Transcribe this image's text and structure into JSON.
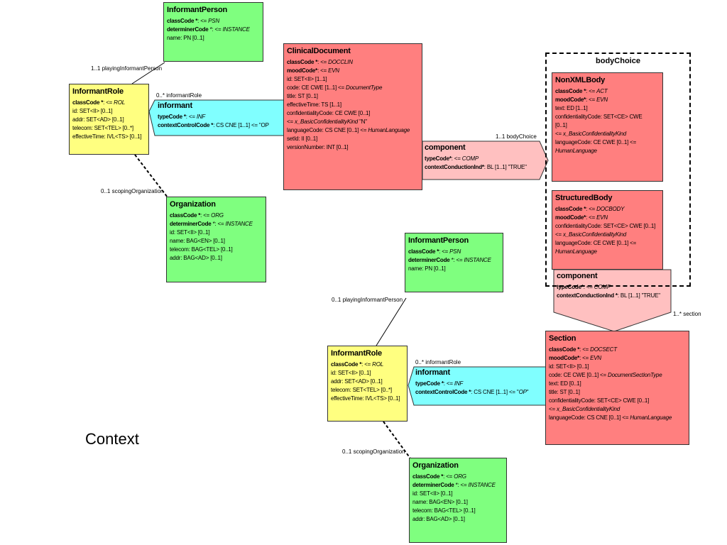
{
  "diagram": {
    "context_label": "Context",
    "body_choice_title": "bodyChoice",
    "top": {
      "informant_person": {
        "title": "InformantPerson",
        "attrs": [
          {
            "name": "classCode *",
            "value": ": <= ",
            "ital": "PSN"
          },
          {
            "name": "determinerCode",
            "value": "  *: <= ",
            "ital": "INSTANCE"
          },
          {
            "name": "",
            "value": "name: PN [0..1]",
            "ital": ""
          }
        ]
      },
      "informant_role": {
        "title": "InformantRole",
        "attrs": [
          {
            "name": "classCode *",
            "value": ": <= ",
            "ital": "ROL"
          },
          {
            "name": "",
            "value": "id: SET<II> [0..1]",
            "ital": ""
          },
          {
            "name": "",
            "value": "addr: SET<AD> [0..1]",
            "ital": ""
          },
          {
            "name": "",
            "value": "telecom: SET<TEL> [0..*]",
            "ital": ""
          },
          {
            "name": "",
            "value": "effectiveTime: IVL<TS> [0..1]",
            "ital": ""
          }
        ]
      },
      "informant": {
        "title": "informant",
        "attrs": [
          {
            "name": "typeCode *",
            "value": ": <= ",
            "ital": "INF"
          },
          {
            "name": "contextControlCode *",
            "value": ": CS CNE [1..1] <= \"OP",
            "ital": ""
          }
        ]
      },
      "organization": {
        "title": "Organization",
        "attrs": [
          {
            "name": "classCode *",
            "value": ": <= ",
            "ital": "ORG"
          },
          {
            "name": "determinerCode",
            "value": "  *: <= ",
            "ital": "INSTANCE"
          },
          {
            "name": "",
            "value": "id: SET<II> [0..1]",
            "ital": ""
          },
          {
            "name": "",
            "value": "name: BAG<EN> [0..1]",
            "ital": ""
          },
          {
            "name": "",
            "value": "telecom: BAG<TEL> [0..1]",
            "ital": ""
          },
          {
            "name": "",
            "value": "addr: BAG<AD> [0..1]",
            "ital": ""
          }
        ]
      },
      "clinical_document": {
        "title": "ClinicalDocument",
        "attrs": [
          {
            "name": "classCode *",
            "value": ": <= ",
            "ital": "DOCCLIN"
          },
          {
            "name": "moodCode*",
            "value": ": <= ",
            "ital": "EVN"
          },
          {
            "name": "",
            "value": "id: SET<II> [1..1]",
            "ital": ""
          },
          {
            "name": "",
            "value": "code: CE CWE [1..1] <= ",
            "ital": "DocumentType"
          },
          {
            "name": "",
            "value": "title: ST [0..1]",
            "ital": ""
          },
          {
            "name": "",
            "value": "effectiveTime: TS [1..1]",
            "ital": ""
          },
          {
            "name": "",
            "value": "confidentialityCode: CE CWE [0..1]",
            "ital": ""
          },
          {
            "name": "",
            "value": "  <= ",
            "ital": "x_BasicConfidentialityKind",
            "after": "  \"N\""
          },
          {
            "name": "",
            "value": "languageCode: CS CNE [0..1] <= ",
            "ital": "HumanLanguage"
          },
          {
            "name": "",
            "value": "setId: II [0..1]",
            "ital": ""
          },
          {
            "name": "",
            "value": "versionNumber: INT [0..1]",
            "ital": ""
          }
        ]
      },
      "component": {
        "title": "component",
        "attrs": [
          {
            "name": "typeCode*",
            "value": ": <= ",
            "ital": "COMP"
          },
          {
            "name": "contextConductionInd*",
            "value": ": BL [1..1] \"TRUE\"",
            "ital": ""
          }
        ]
      }
    },
    "non_xml_body": {
      "title": "NonXMLBody",
      "attrs": [
        {
          "name": "classCode *",
          "value": ": <= ",
          "ital": "ACT"
        },
        {
          "name": "moodCode*",
          "value": ": <= ",
          "ital": "EVN"
        },
        {
          "name": "",
          "value": "text: ED [1..1]",
          "ital": ""
        },
        {
          "name": "",
          "value": "confidentialityCode: SET<CE> CWE",
          "ital": ""
        },
        {
          "name": "",
          "value": "[0..1]",
          "ital": ""
        },
        {
          "name": "",
          "value": "  <= ",
          "ital": "x_BasicConfidentialityKind"
        },
        {
          "name": "",
          "value": "languageCode: CE CWE [0..1] <=",
          "ital": ""
        },
        {
          "name": "",
          "value": "",
          "ital": "HumanLanguage"
        }
      ]
    },
    "structured_body": {
      "title": "StructuredBody",
      "attrs": [
        {
          "name": "classCode *",
          "value": ": <= ",
          "ital": "DOCBODY"
        },
        {
          "name": "moodCode*",
          "value": ": <= ",
          "ital": "EVN"
        },
        {
          "name": "",
          "value": "confidentialityCode: SET<CE> CWE [0..1]",
          "ital": ""
        },
        {
          "name": "",
          "value": "  <= ",
          "ital": "x_BasicConfidentialityKind"
        },
        {
          "name": "",
          "value": "languageCode: CE CWE [0..1] <=",
          "ital": ""
        },
        {
          "name": "",
          "value": "",
          "ital": "HumanLanguage"
        }
      ]
    },
    "component2": {
      "title": "component",
      "attrs": [
        {
          "name": "typeCode*",
          "value": ": <= ",
          "ital": "COMP"
        },
        {
          "name": "contextConductionInd *",
          "value": ": BL [1..1] \"TRUE\"",
          "ital": ""
        }
      ]
    },
    "section": {
      "title": "Section",
      "attrs": [
        {
          "name": "classCode *",
          "value": ": <= ",
          "ital": "DOCSECT"
        },
        {
          "name": "moodCode*",
          "value": ": <= ",
          "ital": "EVN"
        },
        {
          "name": "",
          "value": "id: SET<II> [0..1]",
          "ital": ""
        },
        {
          "name": "",
          "value": "code: CE CWE [0..1] <= ",
          "ital": "DocumentSectionType"
        },
        {
          "name": "",
          "value": "text: ED [0..1]",
          "ital": ""
        },
        {
          "name": "",
          "value": "title: ST [0..1]",
          "ital": ""
        },
        {
          "name": "",
          "value": "confidentialityCode: SET<CE> CWE [0..1]",
          "ital": ""
        },
        {
          "name": "",
          "value": "  <= ",
          "ital": "x_BasicConfidentialityKind"
        },
        {
          "name": "",
          "value": "languageCode: CS CNE [0..1] <= ",
          "ital": "HumanLanguage"
        }
      ]
    },
    "bottom": {
      "informant_person": {
        "title": "InformantPerson",
        "attrs": [
          {
            "name": "classCode *",
            "value": ": <= ",
            "ital": "PSN"
          },
          {
            "name": "determinerCode",
            "value": "  *: <= ",
            "ital": "INSTANCE"
          },
          {
            "name": "",
            "value": "name: PN [0..1]",
            "ital": ""
          }
        ]
      },
      "informant_role": {
        "title": "InformantRole",
        "attrs": [
          {
            "name": "classCode *",
            "value": ": <= ",
            "ital": "ROL"
          },
          {
            "name": "",
            "value": "id: SET<II> [0..1]",
            "ital": ""
          },
          {
            "name": "",
            "value": "addr: SET<AD> [0..1]",
            "ital": ""
          },
          {
            "name": "",
            "value": "telecom: SET<TEL> [0..*]",
            "ital": ""
          },
          {
            "name": "",
            "value": "effectiveTime: IVL<TS> [0..1]",
            "ital": ""
          }
        ]
      },
      "informant": {
        "title": "informant",
        "attrs": [
          {
            "name": "typeCode *",
            "value": ": <= ",
            "ital": "INF"
          },
          {
            "name": "contextControlCode *",
            "value": ": CS CNE [1..1] <= \"",
            "ital": "OP",
            "after": "\""
          }
        ]
      },
      "organization": {
        "title": "Organization",
        "attrs": [
          {
            "name": "classCode *",
            "value": ": <= ",
            "ital": "ORG"
          },
          {
            "name": "determinerCode",
            "value": "  *: <= ",
            "ital": "INSTANCE"
          },
          {
            "name": "",
            "value": "id: SET<II> [0..1]",
            "ital": ""
          },
          {
            "name": "",
            "value": "name: BAG<EN> [0..1]",
            "ital": ""
          },
          {
            "name": "",
            "value": "telecom: BAG<TEL> [0..1]",
            "ital": ""
          },
          {
            "name": "",
            "value": "addr: BAG<AD> [0..1]",
            "ital": ""
          }
        ]
      }
    },
    "labels": {
      "top_playing": "1..1 playingInformantPerson",
      "top_informant": "0..* informantRole",
      "top_scoping": "0..1 scopingOrganization",
      "body_choice": "1..1 bodyChoice",
      "section_mult": "1..* section",
      "bottom_playing": "0..1 playingInformantPerson",
      "bottom_informant": "0..* informantRole",
      "bottom_scoping": "0..1 scopingOrganization"
    }
  }
}
